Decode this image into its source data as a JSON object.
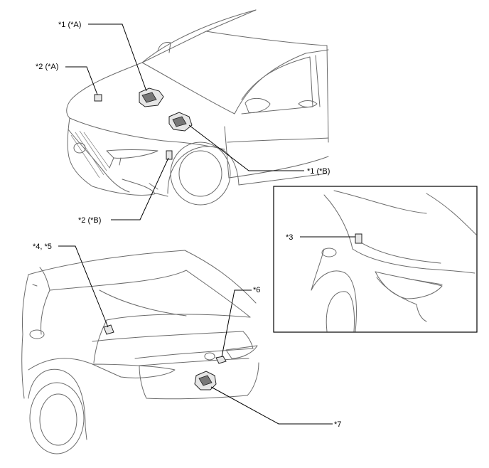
{
  "callouts": {
    "c1a": "*1 (*A)",
    "c2a": "*2 (*A)",
    "c1b": "*1 (*B)",
    "c2b": "*2 (*B)",
    "c3": "*3",
    "c45": "*4, *5",
    "c6": "*6",
    "c7": "*7"
  }
}
